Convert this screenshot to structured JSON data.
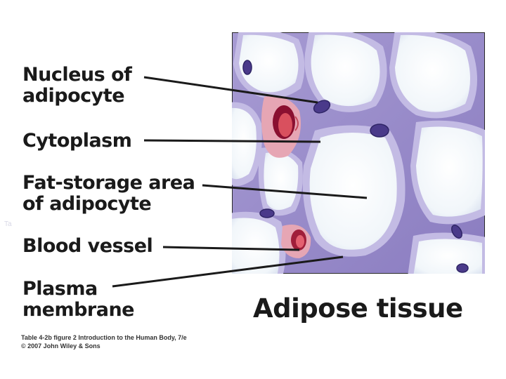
{
  "labels": {
    "nucleus": [
      "Nucleus of",
      "adipocyte"
    ],
    "cytoplasm": "Cytoplasm",
    "fat_storage": [
      "Fat-storage area",
      "of adipocyte"
    ],
    "blood_vessel": "Blood vessel",
    "plasma_membrane": [
      "Plasma",
      "membrane"
    ]
  },
  "title": "Adipose tissue",
  "credit": {
    "line1": "Table 4-2b figure 2  Introduction to the Human Body, 7/e",
    "line2": "© 2007 John Wiley & Sons"
  },
  "faint_mark": "Ta",
  "colors": {
    "tissue_background": "#9a8cc8",
    "fat_droplet": "#f4f8fb",
    "cytoplasm": "#b8b0de",
    "nucleus": "#4a3a8a",
    "blood_vessel": "#c0394a"
  }
}
